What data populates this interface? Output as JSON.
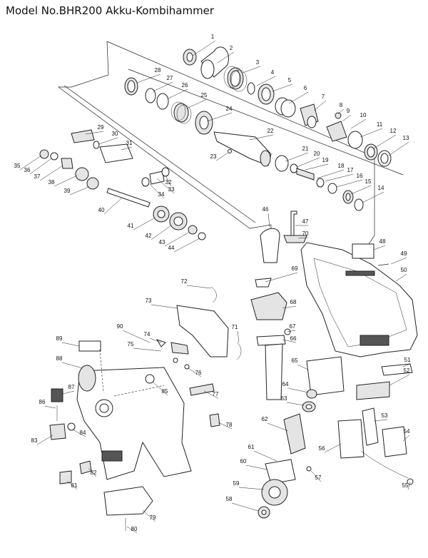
{
  "title": "Model No.BHR200 Akku-Kombihammer",
  "parts": [
    "1",
    "2",
    "3",
    "4",
    "5",
    "6",
    "7",
    "8",
    "9",
    "10",
    "11",
    "12",
    "13",
    "14",
    "15",
    "16",
    "17",
    "18",
    "19",
    "20",
    "21",
    "22",
    "23",
    "24",
    "25",
    "26",
    "27",
    "28",
    "29",
    "30",
    "31",
    "32",
    "33",
    "34",
    "35",
    "36",
    "37",
    "38",
    "39",
    "40",
    "41",
    "42",
    "43",
    "44",
    "46",
    "47",
    "48",
    "49",
    "50",
    "51",
    "52",
    "53",
    "54",
    "55",
    "56",
    "57",
    "58",
    "59",
    "60",
    "61",
    "62",
    "63",
    "64",
    "65",
    "66",
    "67",
    "68",
    "69",
    "70",
    "71",
    "72",
    "73",
    "74",
    "75",
    "76",
    "77",
    "78",
    "79",
    "80",
    "81",
    "82",
    "83",
    "84",
    "85",
    "86",
    "87",
    "88",
    "89",
    "90"
  ]
}
